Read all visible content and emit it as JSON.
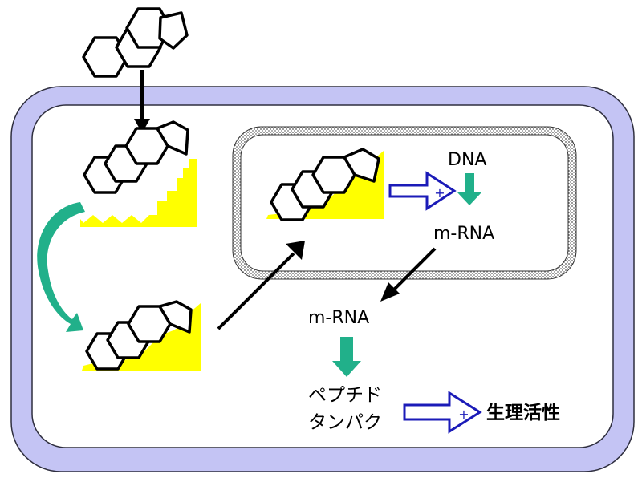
{
  "labels": {
    "dna": "DNA",
    "mrna_nucleus": "m-RNA",
    "mrna_cytoplasm": "m-RNA",
    "peptide_line1": "ペプチド",
    "peptide_line2": "タンパク",
    "activity": "生理活性",
    "plus_sign_1": "+",
    "plus_sign_2": "+"
  },
  "colors": {
    "cell_membrane": "#c4c4f4",
    "cell_membrane_stroke": "#2f2f3f",
    "receptor": "#ffff00",
    "green_arrow": "#21b08a",
    "hollow_arrow": "#1b1bb8",
    "nucleus_envelope": "#7a7a7a"
  },
  "icons": {
    "steroid": "steroid-ring-icon",
    "receptor": "receptor-shape-icon"
  }
}
